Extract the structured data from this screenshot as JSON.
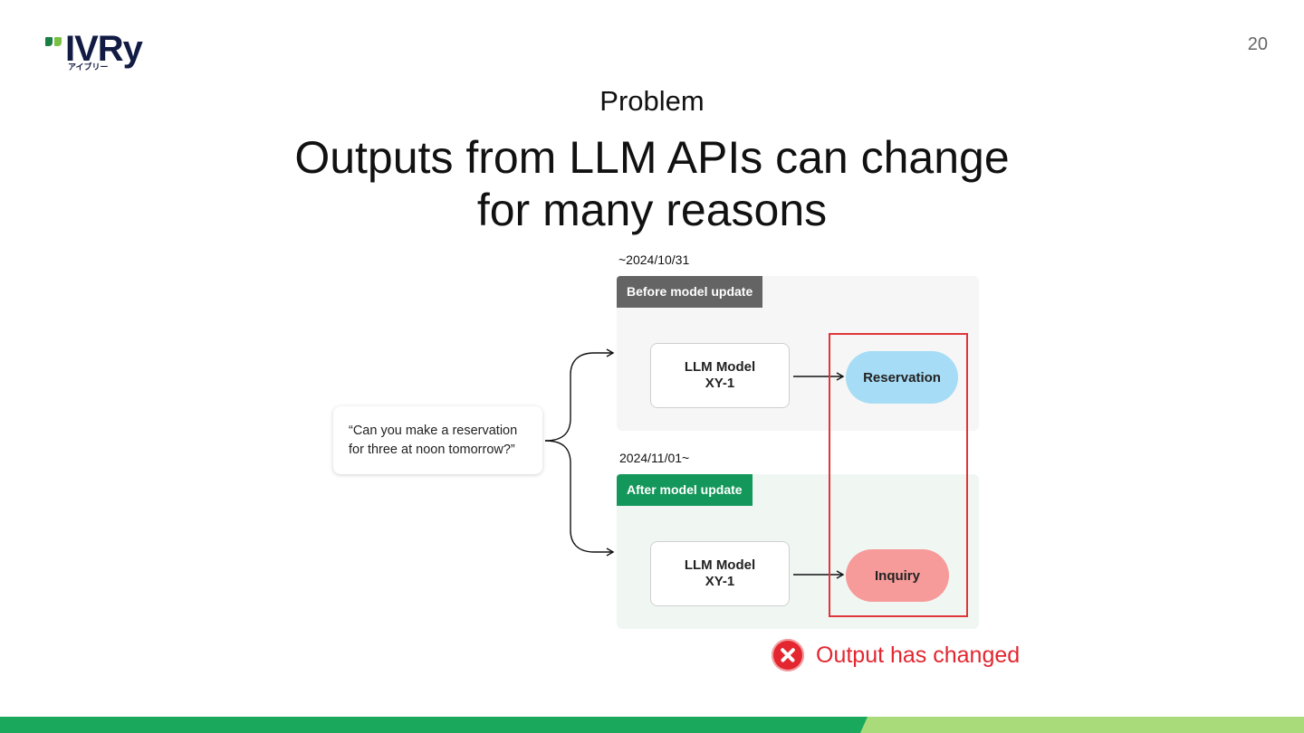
{
  "header": {
    "logo_text": "IVRy",
    "logo_subtext": "アイブリー",
    "page_number": "20"
  },
  "slide": {
    "kicker": "Problem",
    "title_line1": "Outputs from LLM APIs can change",
    "title_line2": "for many reasons"
  },
  "diagram": {
    "input_line1": "“Can you make a reservation",
    "input_line2": "for three at noon tomorrow?”",
    "before": {
      "date": "~2024/10/31",
      "tag": "Before model update",
      "model_line1": "LLM Model",
      "model_line2": "XY-1",
      "output": "Reservation",
      "output_color": "#a6dcf5"
    },
    "after": {
      "date": "2024/11/01~",
      "tag": "After model update",
      "model_line1": "LLM Model",
      "model_line2": "XY-1",
      "output": "Inquiry",
      "output_color": "#f79a9a"
    },
    "result_text": "Output has changed",
    "result_icon": "error-x-icon",
    "accent_color": "#e3262f"
  },
  "footer": {
    "band_colors": [
      "#1aa95c",
      "#a9db7a"
    ]
  }
}
